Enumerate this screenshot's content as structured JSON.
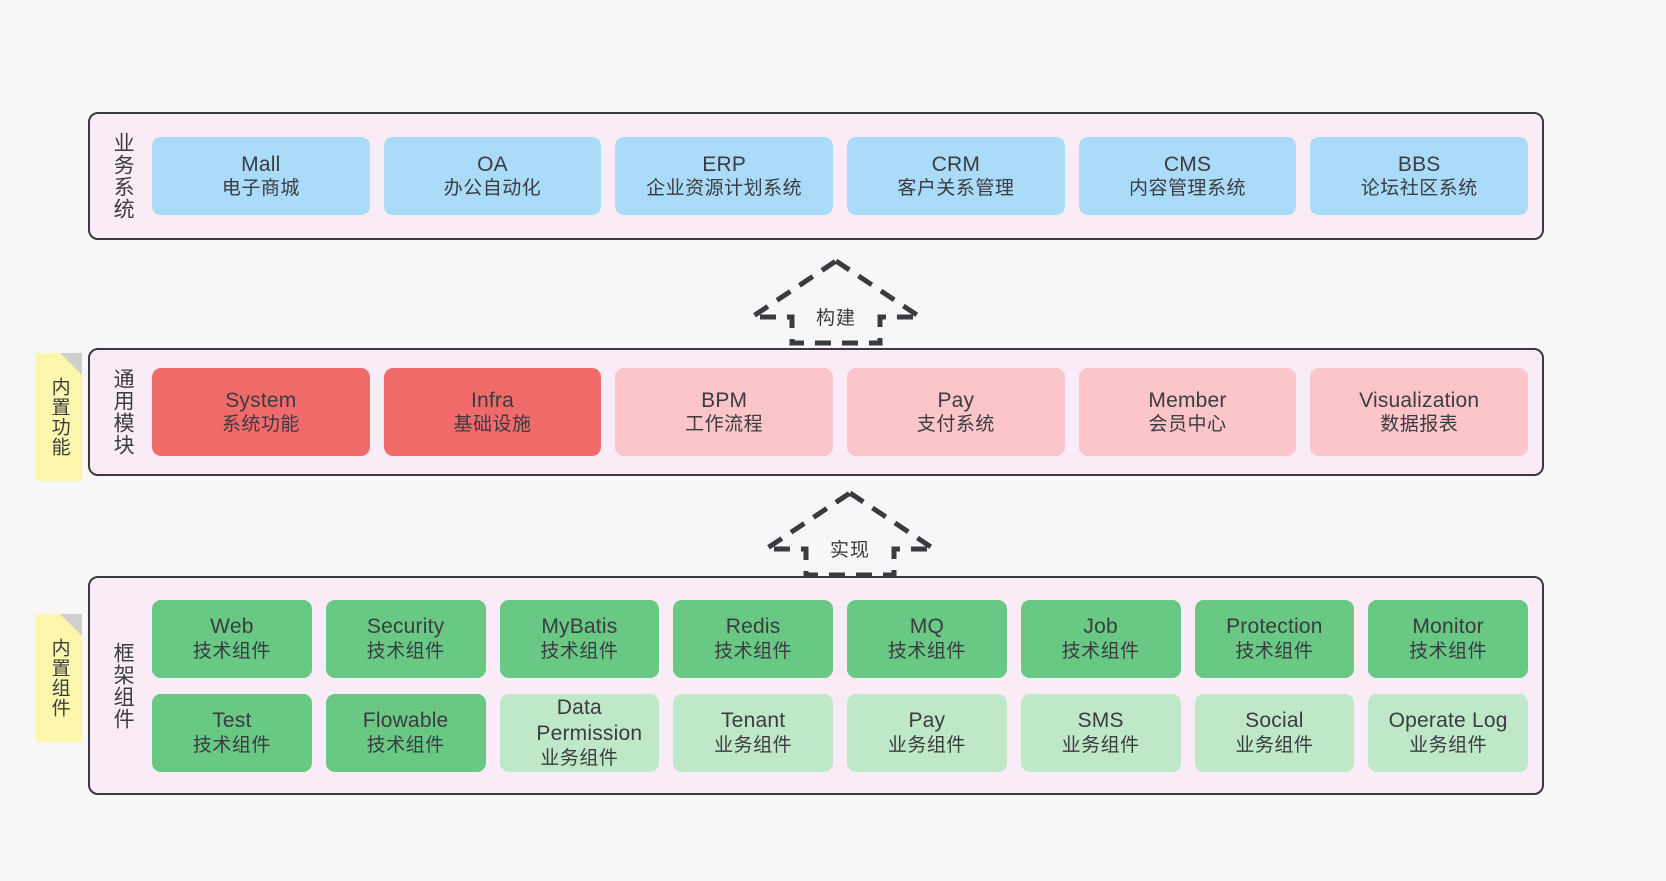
{
  "background_color": "#f7f7f7",
  "palette": {
    "panel_fill": "#f9ecf6",
    "panel_border": "#3a3a40",
    "business_card": "#aadcfa",
    "module_card_strong": "#f26b6b",
    "module_card": "#fbc5ca",
    "framework_card_strong": "#68c884",
    "framework_card": "#bfe8c8",
    "note_fill": "#fcf7ac",
    "text": "#3b3b40"
  },
  "layers": {
    "business": {
      "title": "业务系统",
      "cards": [
        {
          "en": "Mall",
          "cn": "电子商城"
        },
        {
          "en": "OA",
          "cn": "办公自动化"
        },
        {
          "en": "ERP",
          "cn": "企业资源计划系统"
        },
        {
          "en": "CRM",
          "cn": "客户关系管理"
        },
        {
          "en": "CMS",
          "cn": "内容管理系统"
        },
        {
          "en": "BBS",
          "cn": "论坛社区系统"
        }
      ]
    },
    "modules": {
      "title": "通用模块",
      "note": "内置功能",
      "cards": [
        {
          "en": "System",
          "cn": "系统功能",
          "strong": true
        },
        {
          "en": "Infra",
          "cn": "基础设施",
          "strong": true
        },
        {
          "en": "BPM",
          "cn": "工作流程",
          "strong": false
        },
        {
          "en": "Pay",
          "cn": "支付系统",
          "strong": false
        },
        {
          "en": "Member",
          "cn": "会员中心",
          "strong": false
        },
        {
          "en": "Visualization",
          "cn": "数据报表",
          "strong": false
        }
      ]
    },
    "framework": {
      "title": "框架组件",
      "note": "内置组件",
      "row1": [
        {
          "en": "Web",
          "cn": "技术组件",
          "strong": true
        },
        {
          "en": "Security",
          "cn": "技术组件",
          "strong": true
        },
        {
          "en": "MyBatis",
          "cn": "技术组件",
          "strong": true
        },
        {
          "en": "Redis",
          "cn": "技术组件",
          "strong": true
        },
        {
          "en": "MQ",
          "cn": "技术组件",
          "strong": true
        },
        {
          "en": "Job",
          "cn": "技术组件",
          "strong": true
        },
        {
          "en": "Protection",
          "cn": "技术组件",
          "strong": true
        },
        {
          "en": "Monitor",
          "cn": "技术组件",
          "strong": true
        }
      ],
      "row2": [
        {
          "en": "Test",
          "cn": "技术组件",
          "strong": true
        },
        {
          "en": "Flowable",
          "cn": "技术组件",
          "strong": true
        },
        {
          "en": "Data Permission",
          "cn": "业务组件",
          "strong": false
        },
        {
          "en": "Tenant",
          "cn": "业务组件",
          "strong": false
        },
        {
          "en": "Pay",
          "cn": "业务组件",
          "strong": false
        },
        {
          "en": "SMS",
          "cn": "业务组件",
          "strong": false
        },
        {
          "en": "Social",
          "cn": "业务组件",
          "strong": false
        },
        {
          "en": "Operate Log",
          "cn": "业务组件",
          "strong": false
        }
      ]
    }
  },
  "connectors": [
    {
      "label": "构建",
      "direction": "up",
      "style": "dashed-hollow-arrow"
    },
    {
      "label": "实现",
      "direction": "up",
      "style": "dashed-hollow-arrow"
    }
  ]
}
